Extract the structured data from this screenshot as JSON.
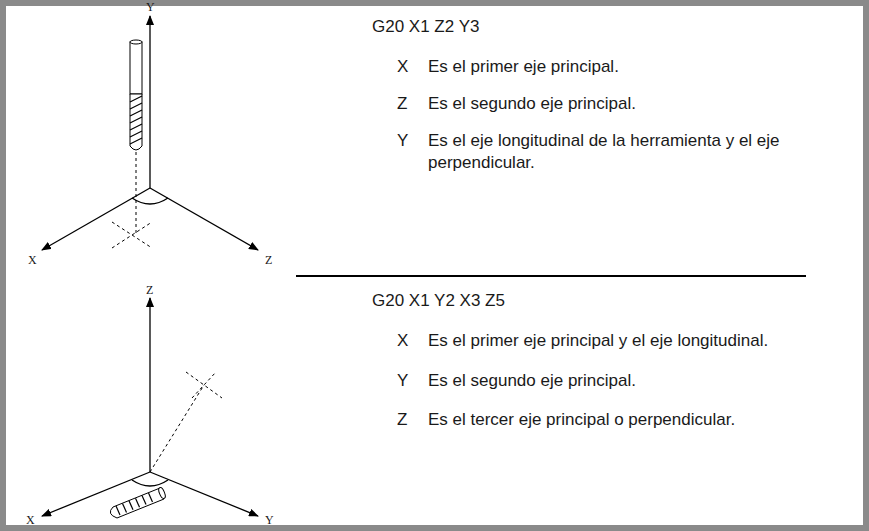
{
  "diagram": {
    "labels": [
      "Y",
      "X",
      "Z",
      "G20 X1 Z2 Y3",
      "X",
      "Es el primer eje principal.",
      "Z",
      "Es el segundo eje principal.",
      "Y",
      "Es el eje longitudinal de la herramienta y el eje perpendicular.",
      "Z",
      "X",
      "Y",
      "G20 X1 Y2 X3 Z5",
      "X",
      "Es el primer eje principal y el eje longitudinal.",
      "Y",
      "Es el segundo eje principal.",
      "Z",
      "Es el tercer eje principal o perpendicular."
    ]
  }
}
